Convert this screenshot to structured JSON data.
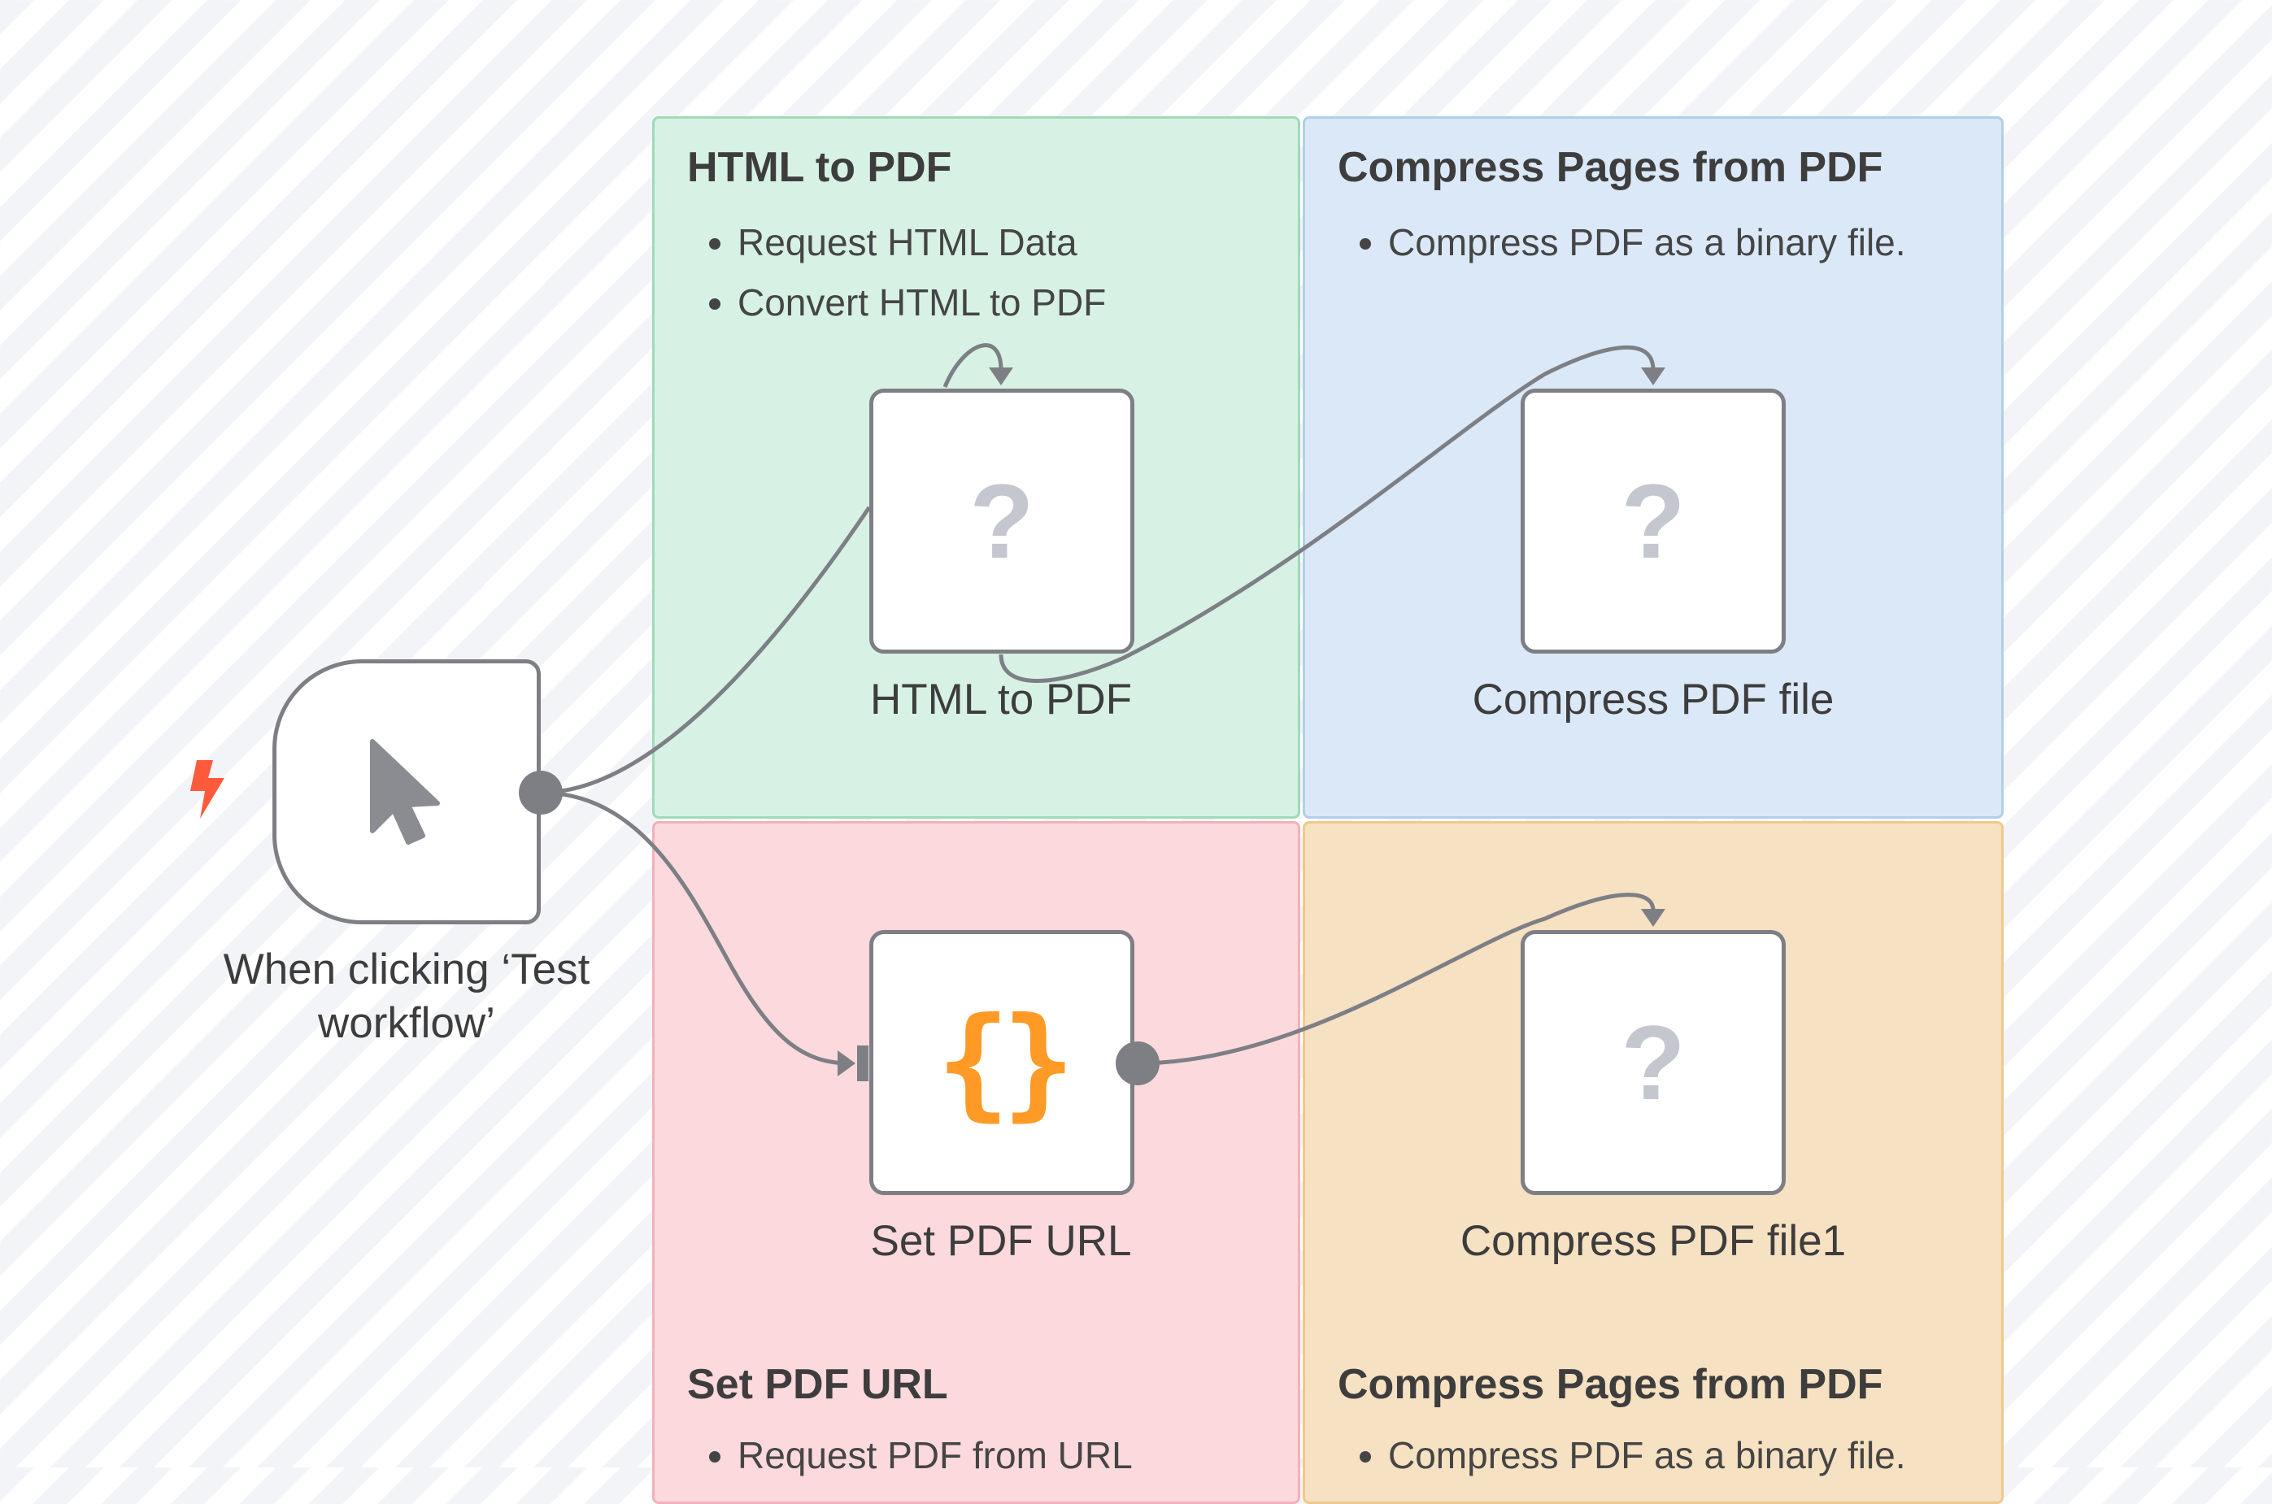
{
  "groups": [
    {
      "title": "HTML to PDF",
      "bullets": [
        "Request HTML Data",
        "Convert HTML to PDF"
      ]
    },
    {
      "title": "Compress Pages from PDF",
      "bullets": [
        "Compress PDF as a binary file."
      ]
    },
    {
      "title": "Set PDF URL",
      "bullets": [
        "Request PDF from URL"
      ]
    },
    {
      "title": "Compress Pages from PDF",
      "bullets": [
        "Compress PDF as a binary file."
      ]
    }
  ],
  "nodes": {
    "trigger": {
      "label_line1": "When clicking ‘Test",
      "label_line2": "workflow’",
      "icon": "cursor-icon",
      "badge_icon": "lightning-icon"
    },
    "html_to_pdf": {
      "label": "HTML to PDF",
      "icon": "question-mark-icon",
      "glyph": "?"
    },
    "compress_pdf_file": {
      "label": "Compress PDF file",
      "icon": "question-mark-icon",
      "glyph": "?"
    },
    "set_pdf_url": {
      "label": "Set PDF URL",
      "icon": "braces-icon",
      "glyph": "{}"
    },
    "compress_pdf_file1": {
      "label": "Compress PDF file1",
      "icon": "question-mark-icon",
      "glyph": "?"
    }
  },
  "colors": {
    "edge": "#7d7f85",
    "trigger_badge": "#ff5a3c",
    "braces": "#ff9a26"
  }
}
